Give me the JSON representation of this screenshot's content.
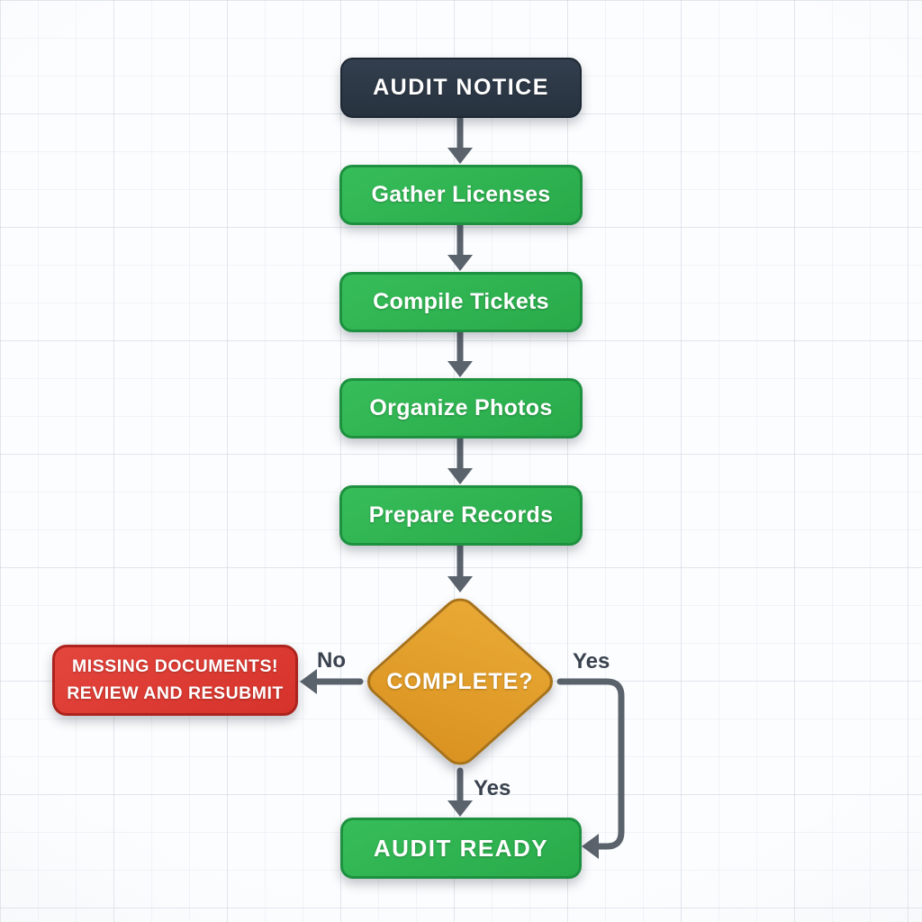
{
  "flow": {
    "start": {
      "label": "AUDIT NOTICE"
    },
    "steps": [
      {
        "label": "Gather Licenses"
      },
      {
        "label": "Compile Tickets"
      },
      {
        "label": "Organize Photos"
      },
      {
        "label": "Prepare Records"
      }
    ],
    "decision": {
      "label": "COMPLETE?"
    },
    "branch_no": {
      "label": "No",
      "result_line1": "MISSING DOCUMENTS!",
      "result_line2": "REVIEW AND RESUBMIT"
    },
    "branch_yes_down": {
      "label": "Yes"
    },
    "branch_yes_right": {
      "label": "Yes"
    },
    "end": {
      "label": "AUDIT READY"
    }
  },
  "colors": {
    "start-bg": "#2b3643",
    "start-border": "#1d2733",
    "step-bg": "#2eb350",
    "step-border": "#1d9140",
    "decision-bg": "#e29b29",
    "decision-border": "#a8721a",
    "fail-bg": "#de3b32",
    "fail-border": "#ac241d",
    "connector": "#5a626c",
    "branch-label": "#39424e"
  }
}
